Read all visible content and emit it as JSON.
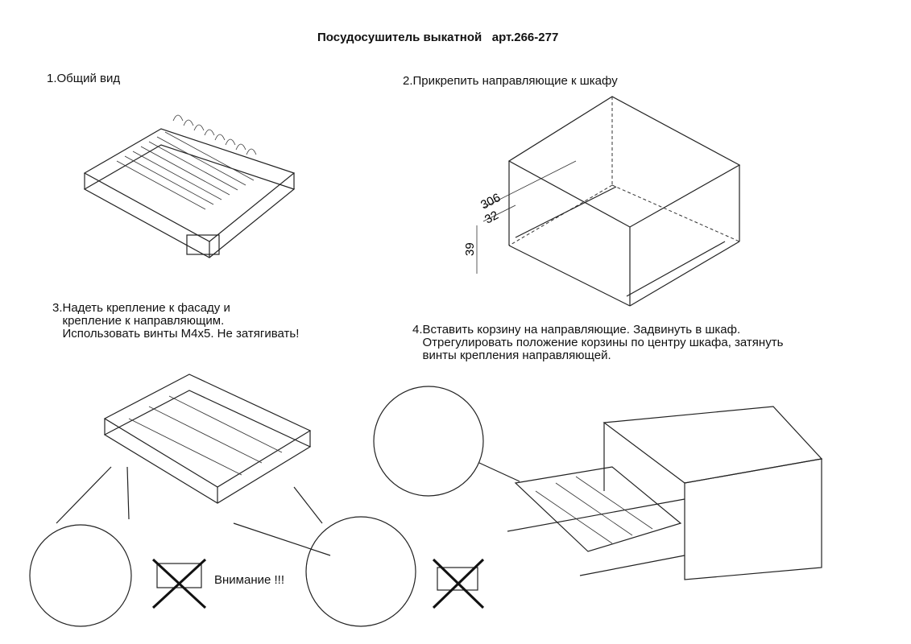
{
  "title": "Посудосушитель выкатной   арт.266-277",
  "steps": {
    "s1": "1.Общий вид",
    "s2": "2.Прикрепить направляющие к шкафу",
    "s3": "3.Надеть крепление к фасаду и\n   крепление к направляющим.\n   Использовать винты М4х5. Не затягивать!",
    "s4": "4.Вставить корзину на направляющие. Задвинуть в шкаф.\n   Отрегулировать положение корзины по центру шкафа, затянуть\n   винты крепления направляющей."
  },
  "dimensions": {
    "d306": "306",
    "d32": "32",
    "d39": "39"
  },
  "warning": "Внимание !!!"
}
